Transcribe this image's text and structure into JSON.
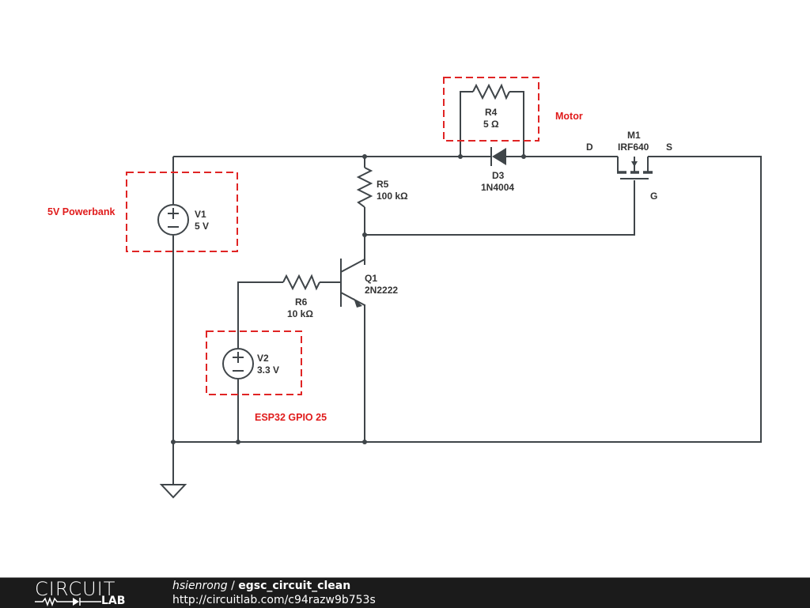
{
  "components": {
    "V1": {
      "name": "V1",
      "value": "5 V"
    },
    "V2": {
      "name": "V2",
      "value": "3.3 V"
    },
    "R4": {
      "name": "R4",
      "value": "5 Ω"
    },
    "R5": {
      "name": "R5",
      "value": "100 kΩ"
    },
    "R6": {
      "name": "R6",
      "value": "10 kΩ"
    },
    "D3": {
      "name": "D3",
      "value": "1N4004"
    },
    "Q1": {
      "name": "Q1",
      "value": "2N2222"
    },
    "M1": {
      "name": "M1",
      "value": "IRF640",
      "pin_d": "D",
      "pin_s": "S",
      "pin_g": "G"
    }
  },
  "annotations": {
    "powerbank": "5V Powerbank",
    "motor": "Motor",
    "esp32": "ESP32 GPIO 25"
  },
  "colors": {
    "wire": "#3f4549",
    "annotation": "#e02424",
    "footer_bg": "#1b1b1b"
  },
  "footer": {
    "logo_top": "CIRCUIT",
    "logo_bottom": "LAB",
    "user": "hsienrong",
    "separator": " / ",
    "project": "egsc_circuit_clean",
    "url": "http://circuitlab.com/c94razw9b753s"
  }
}
